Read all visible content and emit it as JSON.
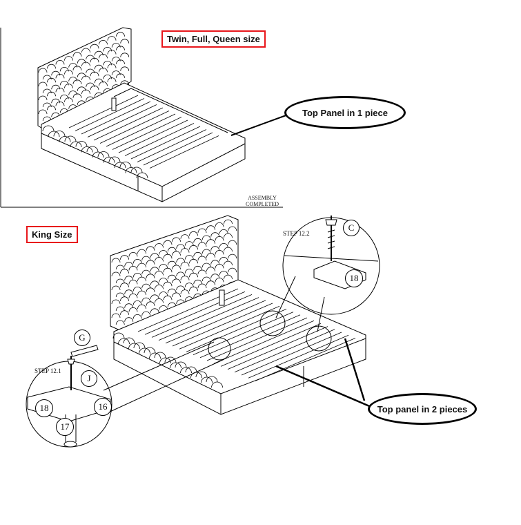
{
  "top_section": {
    "size_label": "Twin, Full, Queen size",
    "callout": "Top Panel in 1 piece",
    "status_line1": "ASSEMBLY",
    "status_line2": "COMPLETED"
  },
  "bottom_section": {
    "size_label": "King Size",
    "callout": "Top panel in 2 pieces",
    "step_a": "STEP 12.2",
    "step_b": "STEP 12.1",
    "parts": {
      "c": "C",
      "p18_top": "18",
      "g": "G",
      "j": "J",
      "p18_bottom": "18",
      "p16": "16",
      "p17": "17"
    }
  },
  "colors": {
    "accent_border": "#e8161b",
    "line": "#000000"
  }
}
